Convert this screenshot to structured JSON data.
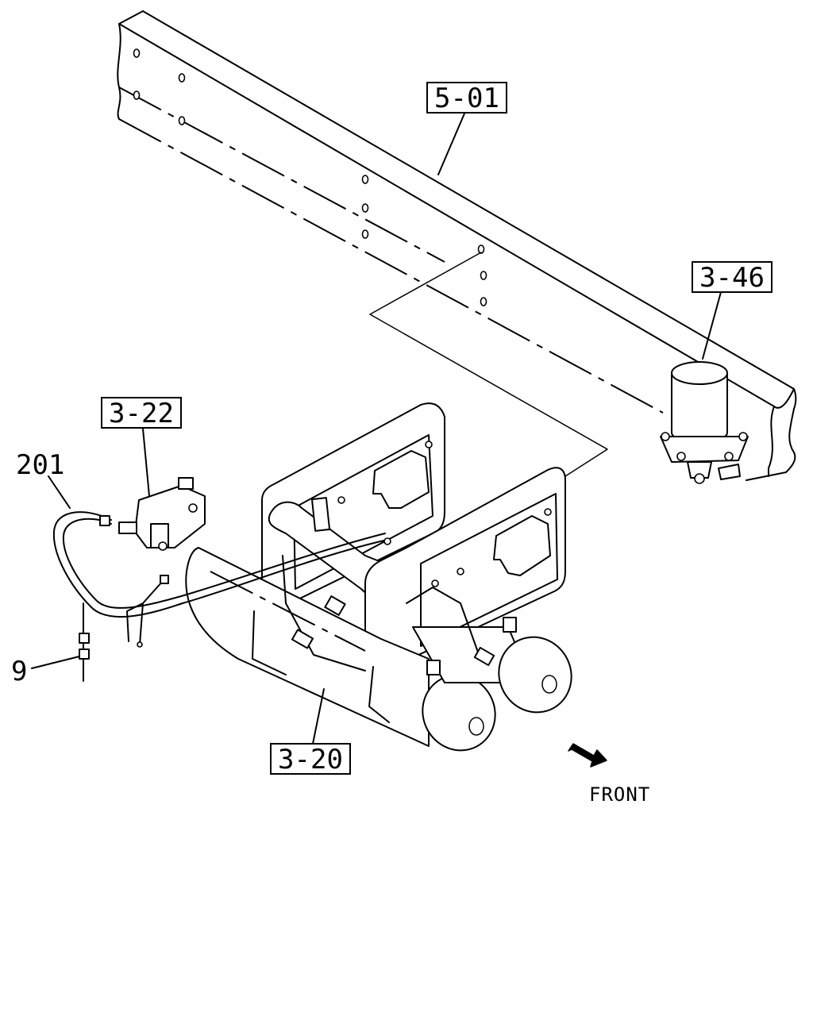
{
  "callouts": {
    "frame": "5-01",
    "dryer": "3-46",
    "valve": "3-22",
    "tanks": "3-20",
    "harness": "201",
    "clip": "9"
  },
  "direction": {
    "label": "FRONT",
    "arrow_icon": "front-arrow-icon"
  }
}
